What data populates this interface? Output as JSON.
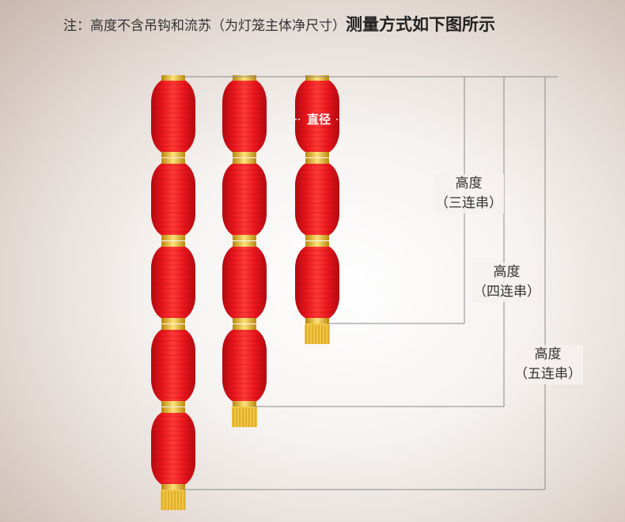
{
  "note": {
    "prefix": "注：高度不含吊钩和流苏（为灯笼主体净尺寸）",
    "emphasis": "测量方式如下图所示"
  },
  "diameter_label": "直径",
  "measurements": [
    {
      "title": "高度",
      "subtitle": "（三连串）"
    },
    {
      "title": "高度",
      "subtitle": "（四连串）"
    },
    {
      "title": "高度",
      "subtitle": "（五连串）"
    }
  ],
  "strings": [
    {
      "lantern_count": 5
    },
    {
      "lantern_count": 4
    },
    {
      "lantern_count": 3
    }
  ],
  "colors": {
    "lantern_red": "#e8141c",
    "gold": "#e6b422",
    "line": "#8a8a8a"
  }
}
